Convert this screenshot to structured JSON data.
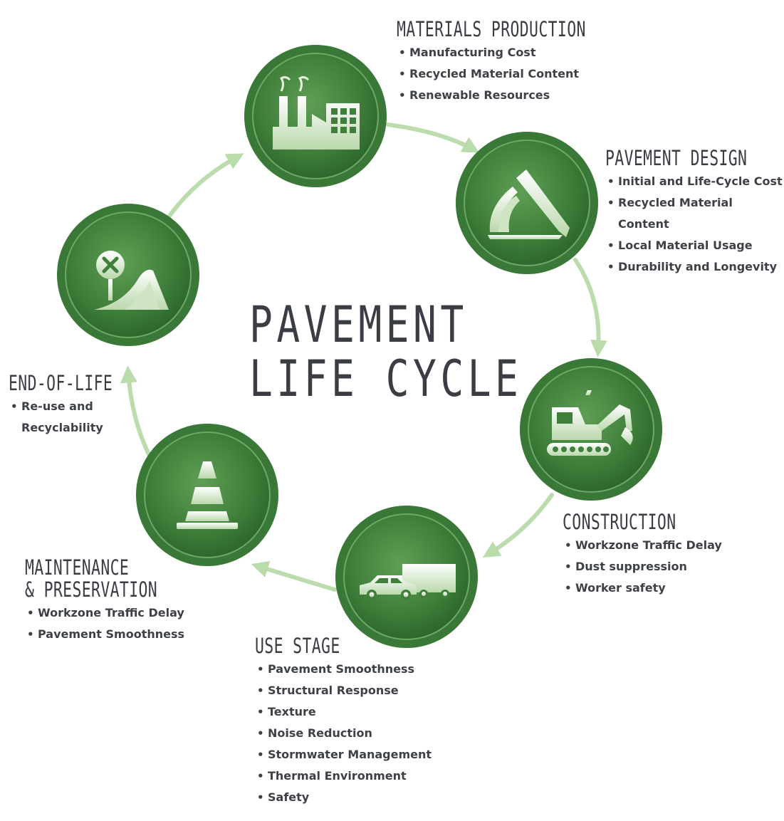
{
  "center_title": {
    "line1": "PAVEMENT",
    "line2": "LIFE CYCLE"
  },
  "colors": {
    "ring": "#3f7d3c",
    "disc_dark": "#2e6a2e",
    "disc_light": "#5c9a52",
    "arrow": "#b9dcaa",
    "icon": "#e2efd8",
    "text": "#3d4147"
  },
  "stages": [
    {
      "id": "materials_production",
      "icon": "factory-icon",
      "title": "MATERIALS PRODUCTION",
      "items": [
        "Manufacturing Cost",
        "Recycled Material Content",
        "Renewable Resources"
      ]
    },
    {
      "id": "pavement_design",
      "icon": "drafting-tool-icon",
      "title": "PAVEMENT DESIGN",
      "items": [
        "Initial and Life-Cycle Cost",
        "Recycled Material Content",
        "Local Material Usage",
        "Durability and Longevity"
      ]
    },
    {
      "id": "construction",
      "icon": "excavator-icon",
      "title": "CONSTRUCTION",
      "items": [
        "Workzone Traffic Delay",
        "Dust suppression",
        "Worker safety"
      ]
    },
    {
      "id": "use_stage",
      "icon": "car-and-truck-icon",
      "title": "USE STAGE",
      "items": [
        "Pavement Smoothness",
        "Structural Response",
        "Texture",
        "Noise Reduction",
        "Stormwater Management",
        "Thermal Environment",
        "Safety"
      ]
    },
    {
      "id": "maintenance_preservation",
      "icon": "traffic-cone-icon",
      "title_line1": "MAINTENANCE",
      "title_line2": "& PRESERVATION",
      "items": [
        "Workzone Traffic Delay",
        "Pavement Smoothness"
      ]
    },
    {
      "id": "end_of_life",
      "icon": "road-closed-sign-icon",
      "title": "END-OF-LIFE",
      "items": [
        "Re-use and Recyclability"
      ]
    }
  ]
}
